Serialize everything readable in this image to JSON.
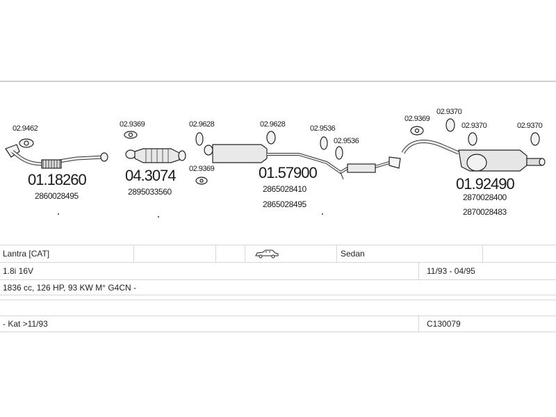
{
  "diagram": {
    "refs": {
      "r9462": "02.9462",
      "r9369a": "02.9369",
      "r9628a": "02.9628",
      "r9369b": "02.9369",
      "r9628b": "02.9628",
      "r9536a": "02.9536",
      "r9536b": "02.9536",
      "r9369c": "02.9369",
      "r9370a": "02.9370",
      "r9370b": "02.9370",
      "r9370c": "02.9370"
    },
    "parts": {
      "front_pipe": "01.18260",
      "catalyst": "04.3074",
      "middle_silencer": "01.57900",
      "rear_silencer": "01.92490"
    },
    "oem": {
      "front_pipe": "2860028495",
      "catalyst": "2895033560",
      "middle_1": "2865028410",
      "middle_2": "2865028495",
      "rear_1": "2870028400",
      "rear_2": "2870028483"
    }
  },
  "spec": {
    "model": "Lantra  [CAT]",
    "car_icon": "car-sedan-icon",
    "body": "Sedan",
    "engine": "1.8i 16V",
    "years": "11/93 - 04/95",
    "details": "1836 cc, 126 HP, 93 KW M° G4CN -",
    "note": "- Kat >11/93",
    "code": "C130079"
  }
}
